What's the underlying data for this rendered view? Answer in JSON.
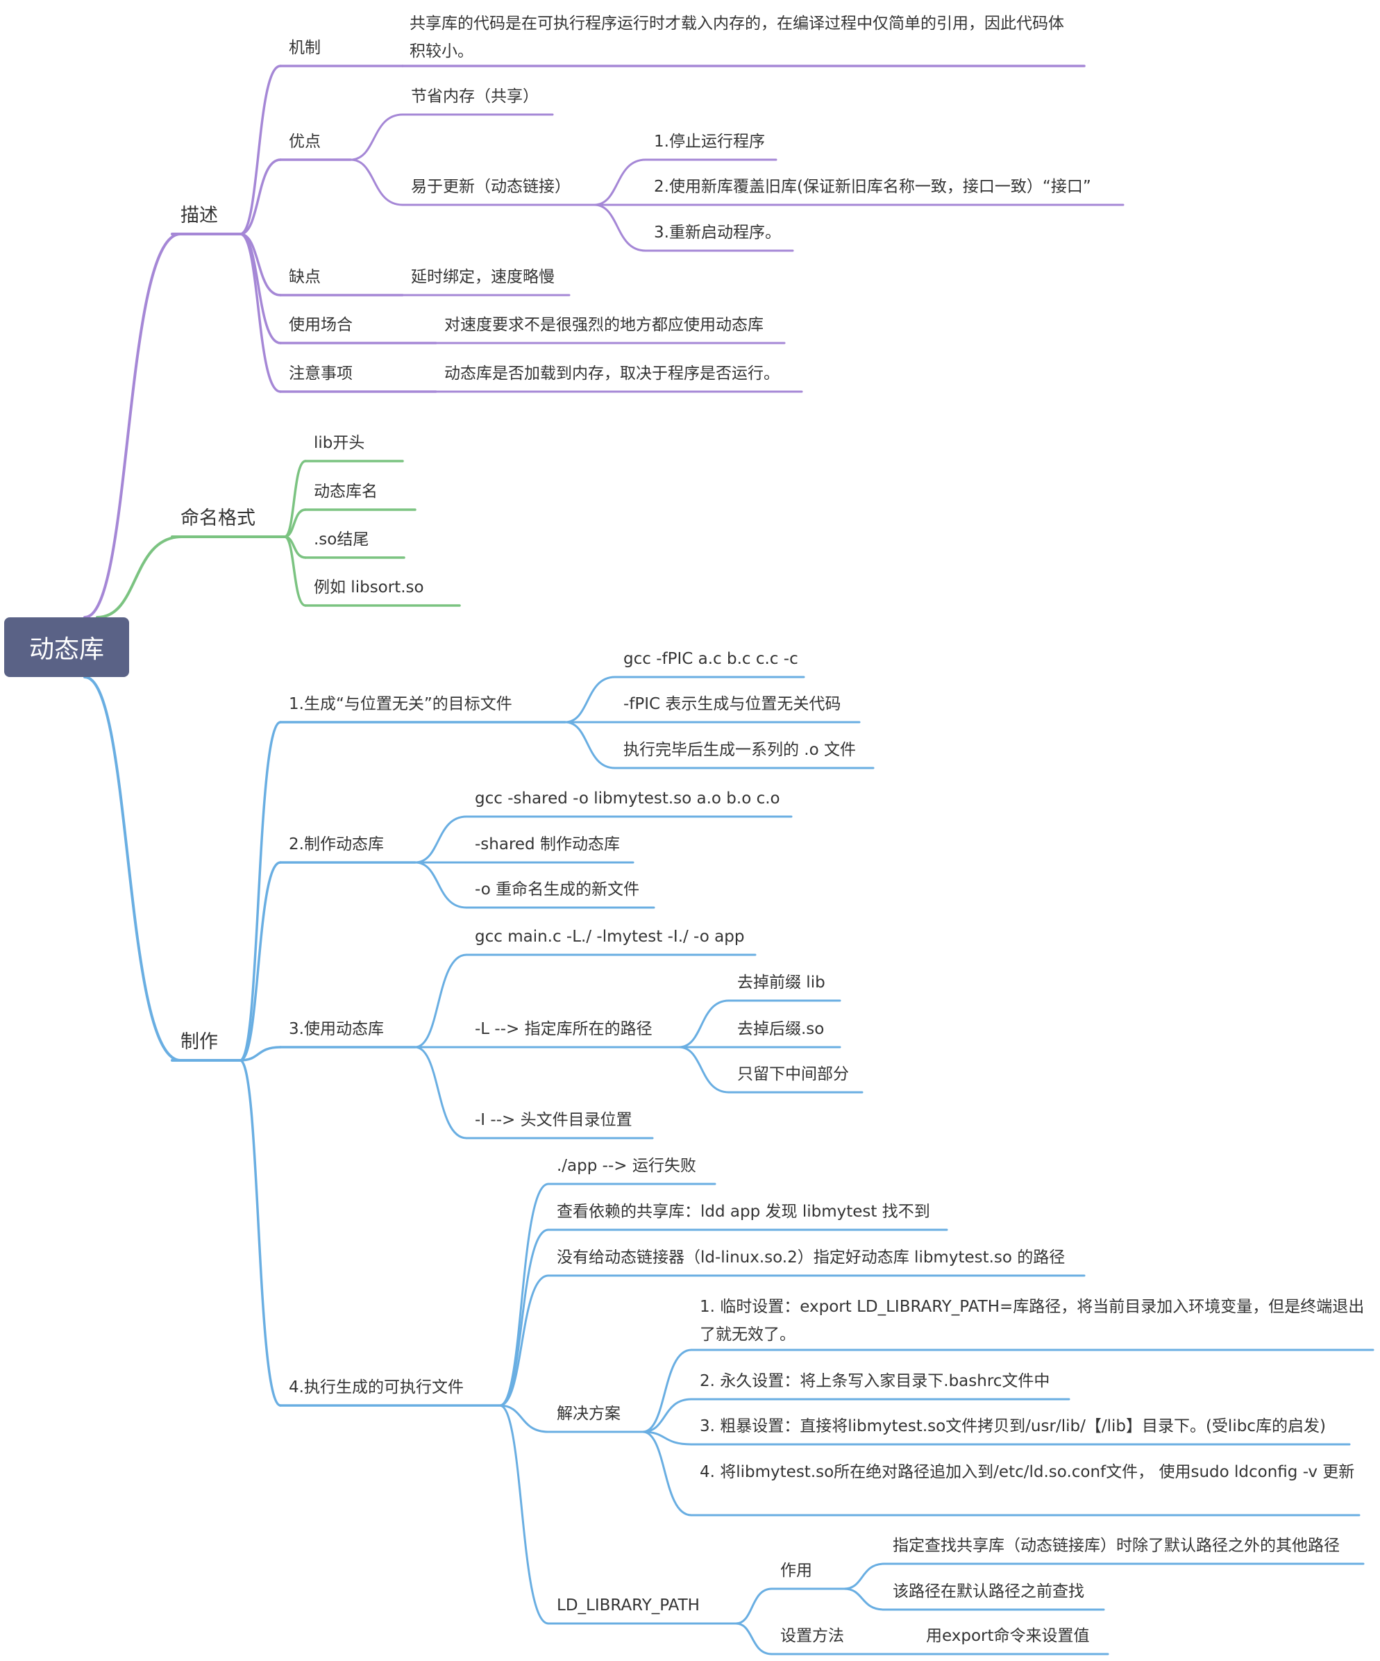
{
  "root": "动态库",
  "colors": {
    "describe": "#a587d6",
    "naming": "#7bc381",
    "make": "#69aee2",
    "root_bg": "#5a6286"
  },
  "branches": {
    "describe": {
      "label": "描述",
      "mechanism": {
        "label": "机制",
        "text": "共享库的代码是在可执行程序运行时才载入内存的，在编译过程中仅简单的引用，因此代码体积较小。"
      },
      "pros": {
        "label": "优点",
        "save_memory": "节省内存（共享）",
        "easy_update": "易于更新（动态链接）",
        "steps": [
          "1.停止运行程序",
          "2.使用新库覆盖旧库(保证新旧库名称一致，接口一致）“接口”",
          "3.重新启动程序。"
        ]
      },
      "cons": {
        "label": "缺点",
        "text": "延时绑定，速度略慢"
      },
      "usage": {
        "label": "使用场合",
        "text": "对速度要求不是很强烈的地方都应使用动态库"
      },
      "notes": {
        "label": "注意事项",
        "text": "动态库是否加载到内存，取决于程序是否运行。"
      }
    },
    "naming": {
      "label": "命名格式",
      "items": [
        "lib开头",
        "动态库名",
        ".so结尾",
        "例如 libsort.so"
      ]
    },
    "make": {
      "label": "制作",
      "step1": {
        "label": "1.生成“与位置无关”的目标文件",
        "items": [
          "gcc -fPIC a.c b.c c.c -c",
          "-fPIC 表示生成与位置无关代码",
          "执行完毕后生成一系列的 .o 文件"
        ]
      },
      "step2": {
        "label": "2.制作动态库",
        "items": [
          "gcc -shared -o libmytest.so a.o b.o c.o",
          "-shared 制作动态库",
          "-o 重命名生成的新文件"
        ]
      },
      "step3": {
        "label": "3.使用动态库",
        "cmd": "gcc main.c -L./ -lmytest -I./ -o app",
        "L": {
          "label": "-L --> 指定库所在的路径",
          "items": [
            "去掉前缀 lib",
            "去掉后缀.so",
            "只留下中间部分"
          ]
        },
        "I": "-I --> 头文件目录位置"
      },
      "step4": {
        "label": "4.执行生成的可执行文件",
        "run": "./app --> 运行失败",
        "check": "查看依赖的共享库：ldd app 发现 libmytest 找不到",
        "reason": "没有给动态链接器（ld-linux.so.2）指定好动态库 libmytest.so 的路径",
        "solutions": {
          "label": "解决方案",
          "items": [
            "1. 临时设置：export LD_LIBRARY_PATH=库路径，将当前目录加入环境变量，但是终端退出了就无效了。",
            "2. 永久设置：将上条写入家目录下.bashrc文件中",
            "3. 粗暴设置：直接将libmytest.so文件拷贝到/usr/lib/【/lib】目录下。(受libc库的启发)",
            "4. 将libmytest.so所在绝对路径追加入到/etc/ld.so.conf文件， 使用sudo ldconfig -v 更新"
          ]
        },
        "ld_path": {
          "label": "LD_LIBRARY_PATH",
          "effect": {
            "label": "作用",
            "items": [
              "指定查找共享库（动态链接库）时除了默认路径之外的其他路径",
              "该路径在默认路径之前查找"
            ]
          },
          "setup": {
            "label": "设置方法",
            "text": "用export命令来设置值"
          }
        }
      }
    }
  }
}
